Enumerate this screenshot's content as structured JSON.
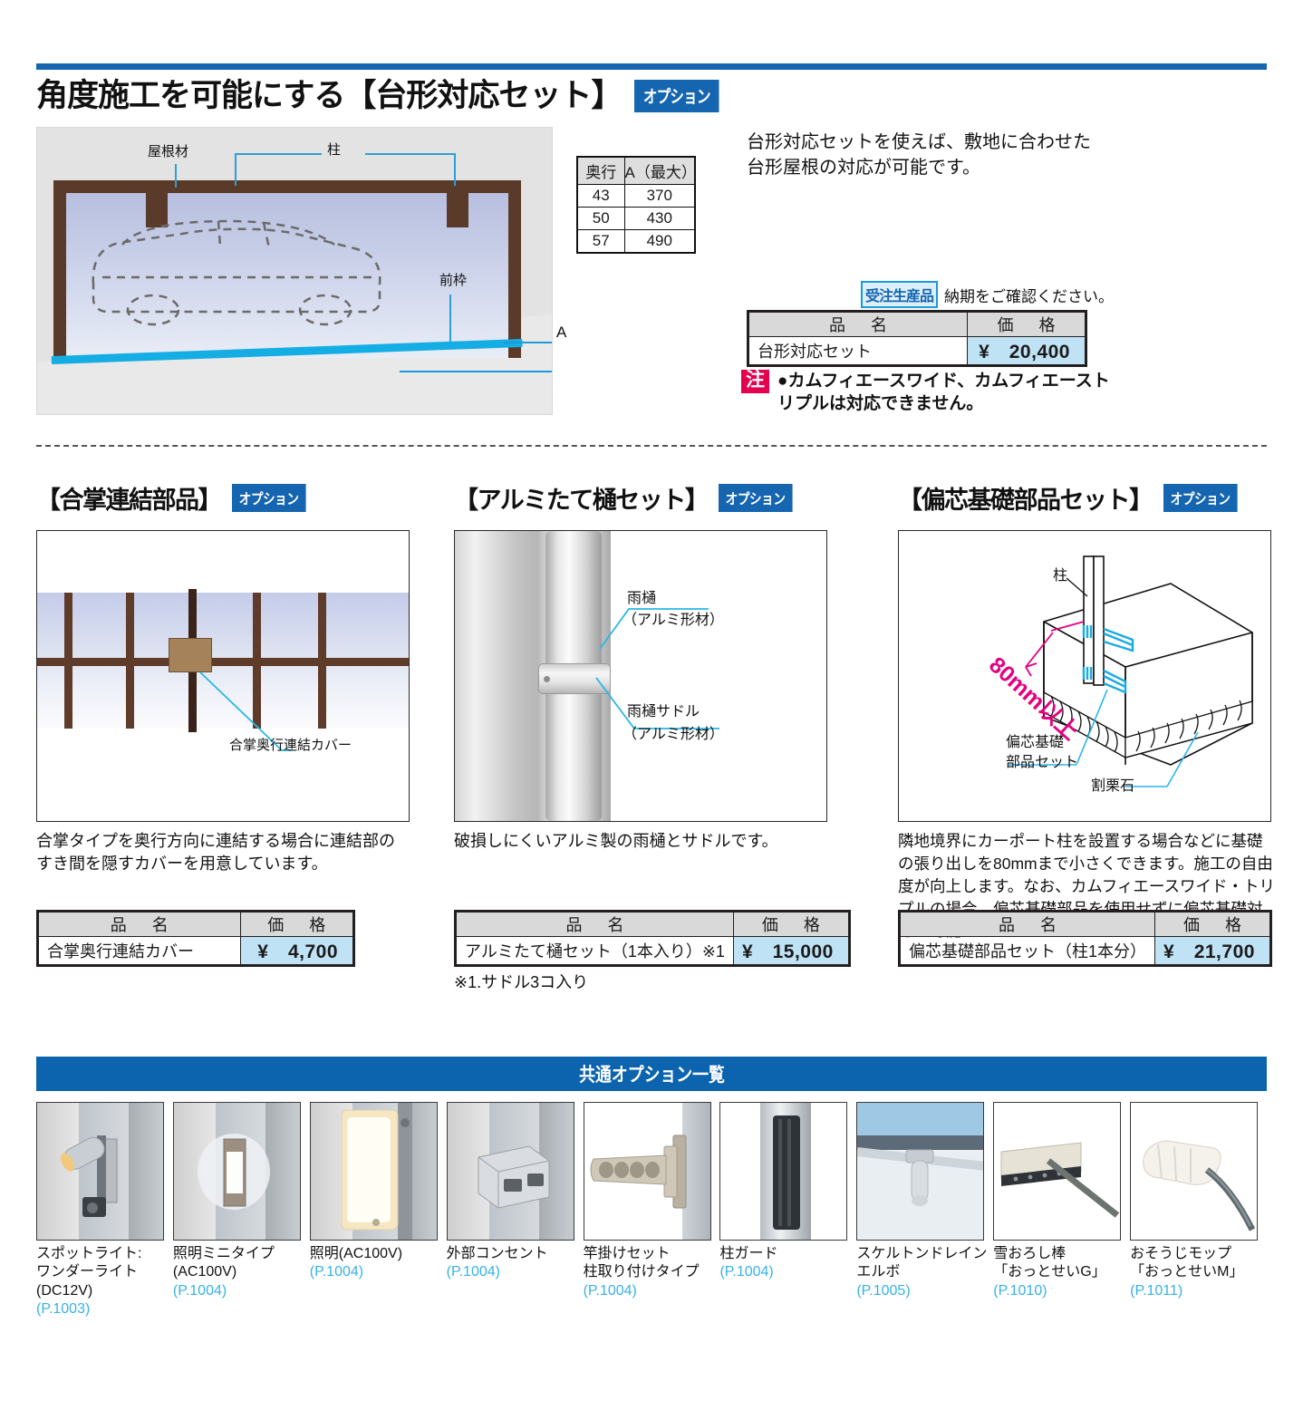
{
  "section1": {
    "title": "角度施工を可能にする【台形対応セット】",
    "badge": "オプション",
    "figure_labels": {
      "roof_material": "屋根材",
      "pillar": "柱",
      "front_frame": "前枠",
      "dim_a": "A"
    },
    "dim_table": {
      "headers": [
        "奥行",
        "A（最大）"
      ],
      "rows": [
        [
          "43",
          "370"
        ],
        [
          "50",
          "430"
        ],
        [
          "57",
          "490"
        ]
      ]
    },
    "description": "台形対応セットを使えば、敷地に合わせた台形屋根の対応が可能です。",
    "made_to_order_badge": "受注生産品",
    "made_to_order_text": "納期をご確認ください。",
    "price_table": {
      "headers": [
        "品　名",
        "価　格"
      ],
      "rows": [
        {
          "name": "台形対応セット",
          "price": "¥　20,400"
        }
      ]
    },
    "note_mark": "注",
    "note_text": "●カムフィエースワイド、カムフィエーストリプルは対応できません。"
  },
  "section2": {
    "title": "【合掌連結部品】",
    "badge": "オプション",
    "figure_label": "合掌奥行連結カバー",
    "description": "合掌タイプを奥行方向に連結する場合に連結部のすき間を隠すカバーを用意しています。",
    "price_table": {
      "headers": [
        "品　名",
        "価　格"
      ],
      "rows": [
        {
          "name": "合掌奥行連結カバー",
          "price": "¥　4,700"
        }
      ]
    }
  },
  "section3": {
    "title": "【アルミたて樋セット】",
    "badge": "オプション",
    "figure_labels": {
      "gutter": "雨樋",
      "gutter_sub": "（アルミ形材）",
      "saddle": "雨樋サドル",
      "saddle_sub": "（アルミ形材）"
    },
    "description": "破損しにくいアルミ製の雨樋とサドルです。",
    "price_table": {
      "headers": [
        "品　名",
        "価　格"
      ],
      "rows": [
        {
          "name": "アルミたて樋セット（1本入り）※1",
          "price": "¥　15,000"
        }
      ]
    },
    "footnote": "※1.サドル3コ入り"
  },
  "section4": {
    "title": "【偏芯基礎部品セット】",
    "badge": "オプション",
    "figure_labels": {
      "pillar": "柱",
      "dimension": "80mm以上",
      "eccentric_parts": "偏芯基礎\n部品セット",
      "eccentric_parts_l1": "偏芯基礎",
      "eccentric_parts_l2": "部品セット",
      "crushed_stone": "割栗石"
    },
    "description": "隣地境界にカーポート柱を設置する場合などに基礎の張り出しを80mmまで小さくできます。施工の自由度が向上します。なお、カムフィエースワイド・トリプルの場合、偏芯基礎部品を使用せずに偏芯基礎対応が可能です。",
    "price_table": {
      "headers": [
        "品　名",
        "価　格"
      ],
      "rows": [
        {
          "name": "偏芯基礎部品セット（柱1本分）",
          "price": "¥　21,700"
        }
      ]
    }
  },
  "common_options": {
    "banner_title": "共通オプション一覧",
    "items": [
      {
        "name_lines": [
          "スポットライト:",
          "ワンダーライト",
          "(DC12V)"
        ],
        "page": "(P.1003)",
        "thumb": "spotlight"
      },
      {
        "name_lines": [
          "照明ミニタイプ",
          "(AC100V)"
        ],
        "page": "(P.1004)",
        "thumb": "mini-light"
      },
      {
        "name_lines": [
          "照明(AC100V)"
        ],
        "page": "(P.1004)",
        "thumb": "light"
      },
      {
        "name_lines": [
          "外部コンセント"
        ],
        "page": "(P.1004)",
        "thumb": "outlet"
      },
      {
        "name_lines": [
          "竿掛けセット",
          "柱取り付けタイプ"
        ],
        "page": "(P.1004)",
        "thumb": "pole-hanger"
      },
      {
        "name_lines": [
          "柱ガード"
        ],
        "page": "(P.1004)",
        "thumb": "pillar-guard"
      },
      {
        "name_lines": [
          "スケルトンドレイン",
          "エルボ"
        ],
        "page": "(P.1005)",
        "thumb": "drain-elbow"
      },
      {
        "name_lines": [
          "雪おろし棒",
          "「おっとせいG」"
        ],
        "page": "(P.1010)",
        "thumb": "snow-rake"
      },
      {
        "name_lines": [
          "おそうじモップ",
          "「おっとせいM」"
        ],
        "page": "(P.1011)",
        "thumb": "mop"
      }
    ]
  },
  "colors": {
    "accent_blue": "#1565b0",
    "banner_blue": "#0c63ae",
    "price_cell": "#bfe2f5",
    "note_red": "#e4004f",
    "link_cyan": "#36b2e8",
    "lead_line": "#2d9fd6",
    "beam_brown": "#5f3b2a",
    "magenta": "#e4007f"
  }
}
